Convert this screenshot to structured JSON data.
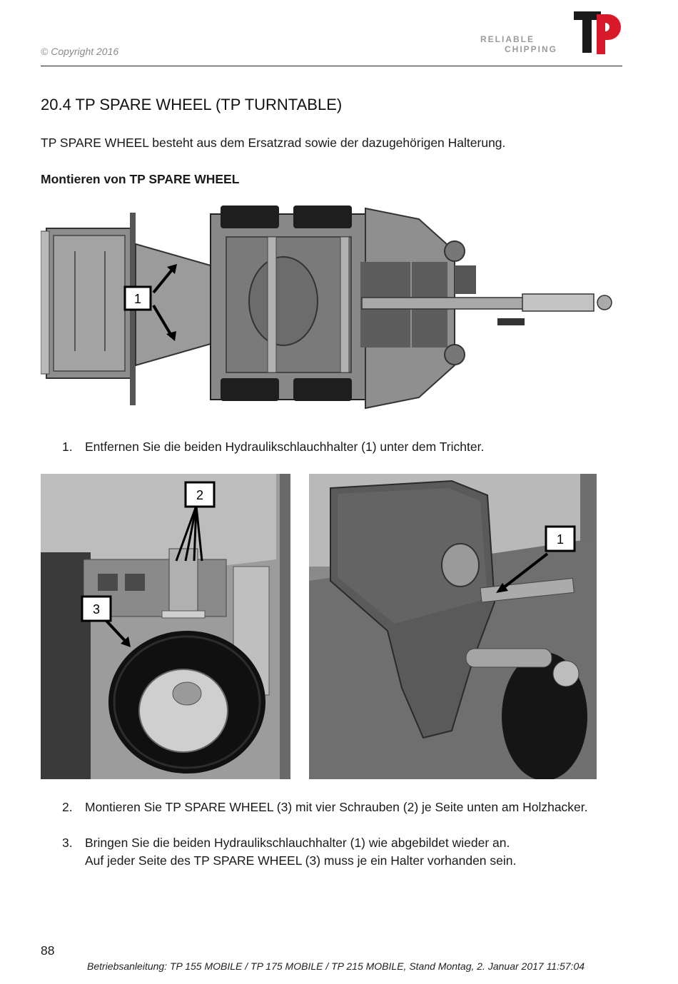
{
  "header": {
    "copyright": "© Copyright 2016",
    "tagline_line1": "RELIABLE",
    "tagline_line2": "CHIPPING",
    "logo_text": "TP",
    "brand_color": "#d7192a"
  },
  "section": {
    "title": "20.4 TP SPARE WHEEL (TP TURNTABLE)",
    "intro": "TP SPARE WHEEL besteht aus dem Ersatzrad sowie der dazugehörigen Halterung.",
    "subheading": "Montieren von TP SPARE WHEEL"
  },
  "figures": {
    "top_callout": "1",
    "left_callout_a": "2",
    "left_callout_b": "3",
    "right_callout": "1"
  },
  "steps": [
    {
      "num": "1.",
      "text": "Entfernen Sie die beiden Hydraulikschlauchhalter (1) unter dem Trichter."
    },
    {
      "num": "2.",
      "text": "Montieren Sie TP SPARE WHEEL (3) mit vier Schrauben (2) je Seite unten am Holzhacker."
    },
    {
      "num": "3.",
      "text": "Bringen Sie die beiden Hydraulikschlauchhalter (1) wie abgebildet wieder an.",
      "text2": "Auf jeder Seite des TP SPARE WHEEL (3) muss je ein Halter vorhanden sein."
    }
  ],
  "footer": {
    "page_number": "88",
    "text": "Betriebsanleitung: TP 155 MOBILE / TP 175 MOBILE / TP 215 MOBILE, Stand Montag, 2. Januar 2017 11:57:04"
  }
}
